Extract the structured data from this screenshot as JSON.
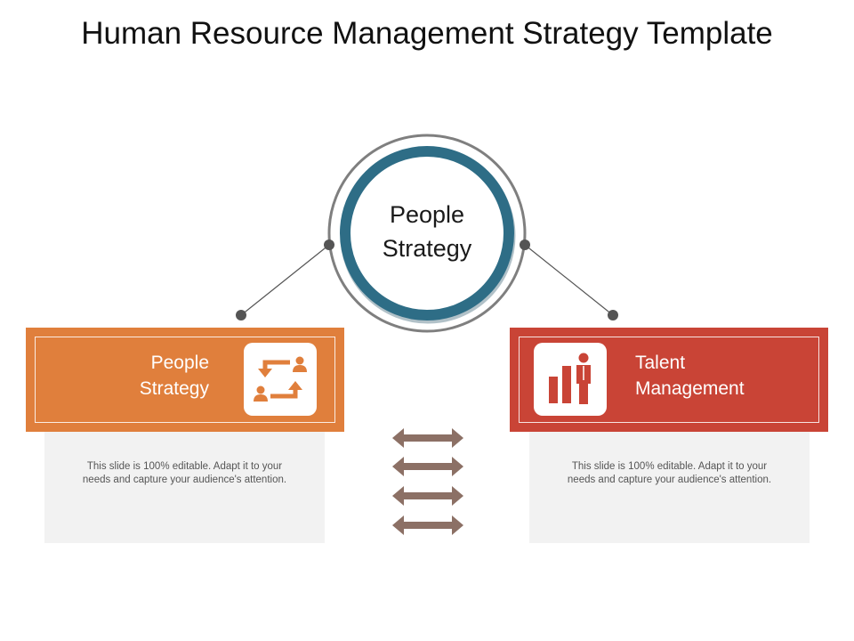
{
  "title": "Human Resource Management Strategy Template",
  "center": {
    "line1": "People",
    "line2": "Strategy"
  },
  "left_card": {
    "line1": "People",
    "line2": "Strategy",
    "icon": "people-cycle-icon",
    "color": "#e07f3c",
    "description": "This slide is 100% editable. Adapt it to your needs and capture your audience's attention."
  },
  "right_card": {
    "line1": "Talent",
    "line2": "Management",
    "icon": "talent-chart-icon",
    "color": "#c94436",
    "description": "This slide is 100% editable. Adapt it to your needs and capture your audience's attention."
  },
  "colors": {
    "ring_outer": "#7f7f7f",
    "ring_inner": "#2e6d86",
    "connector": "#555555",
    "arrow": "#8c7065"
  }
}
